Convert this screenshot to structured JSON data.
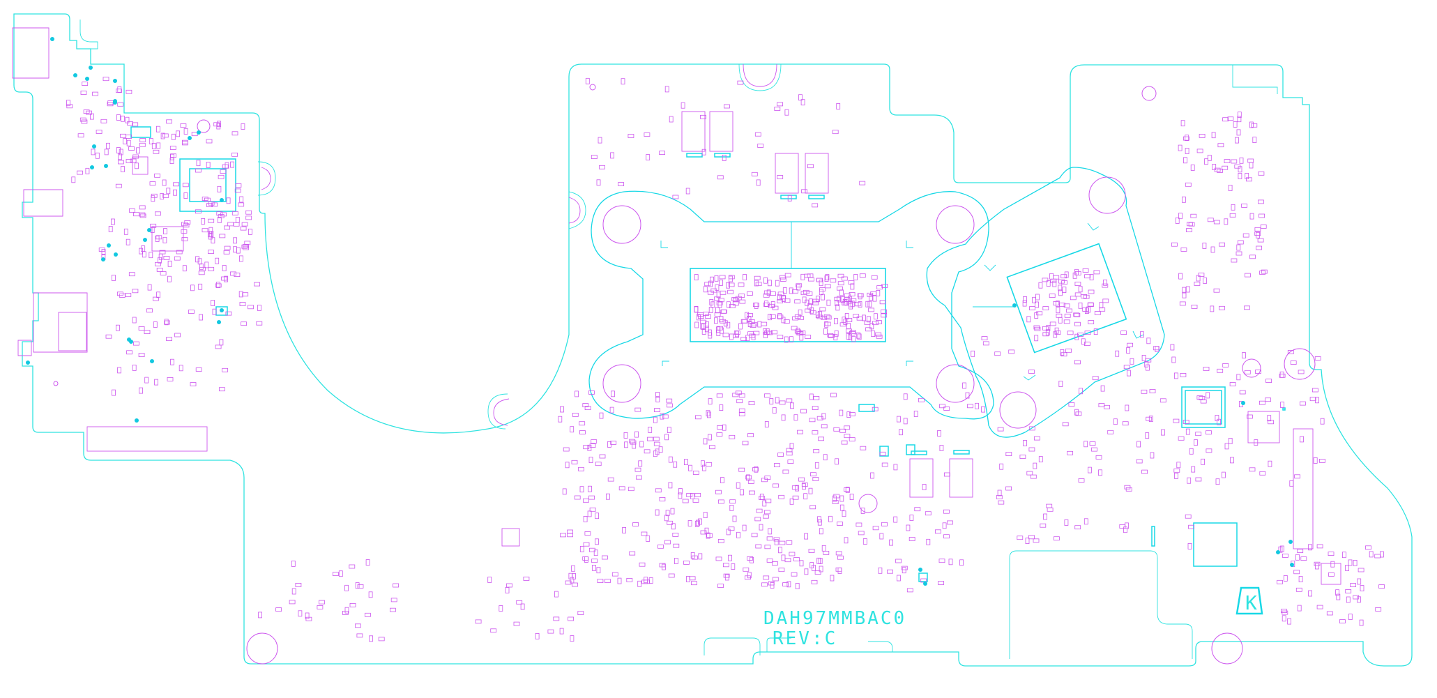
{
  "board": {
    "part_number": "DAH97MMBAC0",
    "revision": "REV:C",
    "corner_mark": "K"
  },
  "colors": {
    "background": "#ffffff",
    "outline": "#2fe3e0",
    "component": "#cc55ee",
    "highlight": "#18d8e6",
    "via": "#12c8e0"
  }
}
